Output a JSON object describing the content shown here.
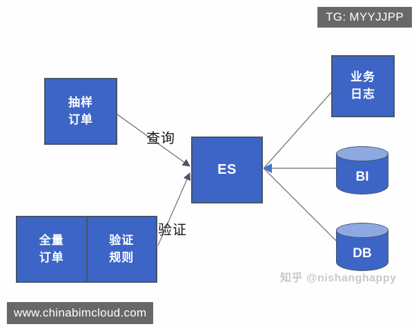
{
  "badges": {
    "top_right": "TG: MYYJJPP",
    "bottom_left": "www.chinabimcloud.com"
  },
  "watermark": "知乎 @nishanghappy",
  "diagram": {
    "nodes": {
      "sample_orders": {
        "label": "抽样\n订单"
      },
      "full_orders": {
        "label": "全量\n订单"
      },
      "validation_rules": {
        "label": "验证\n规则"
      },
      "es": {
        "label": "ES"
      },
      "business_log": {
        "label": "业务\n日志"
      },
      "bi": {
        "label": "BI"
      },
      "db": {
        "label": "DB"
      }
    },
    "edges": {
      "query_label": "查询",
      "validate_label": "验证"
    }
  },
  "colors": {
    "canvas_bg": "#fefefe",
    "node_fill": "#3d65c6",
    "node_border": "#44546a",
    "cylinder_top": "#8ea9e2",
    "line": "#7f7f7f",
    "arrow": "#4a5568",
    "arrow_blue": "#4472c4",
    "edge_text": "#161616",
    "badge_bg": "#686868",
    "watermark": "#c9c9c9"
  }
}
